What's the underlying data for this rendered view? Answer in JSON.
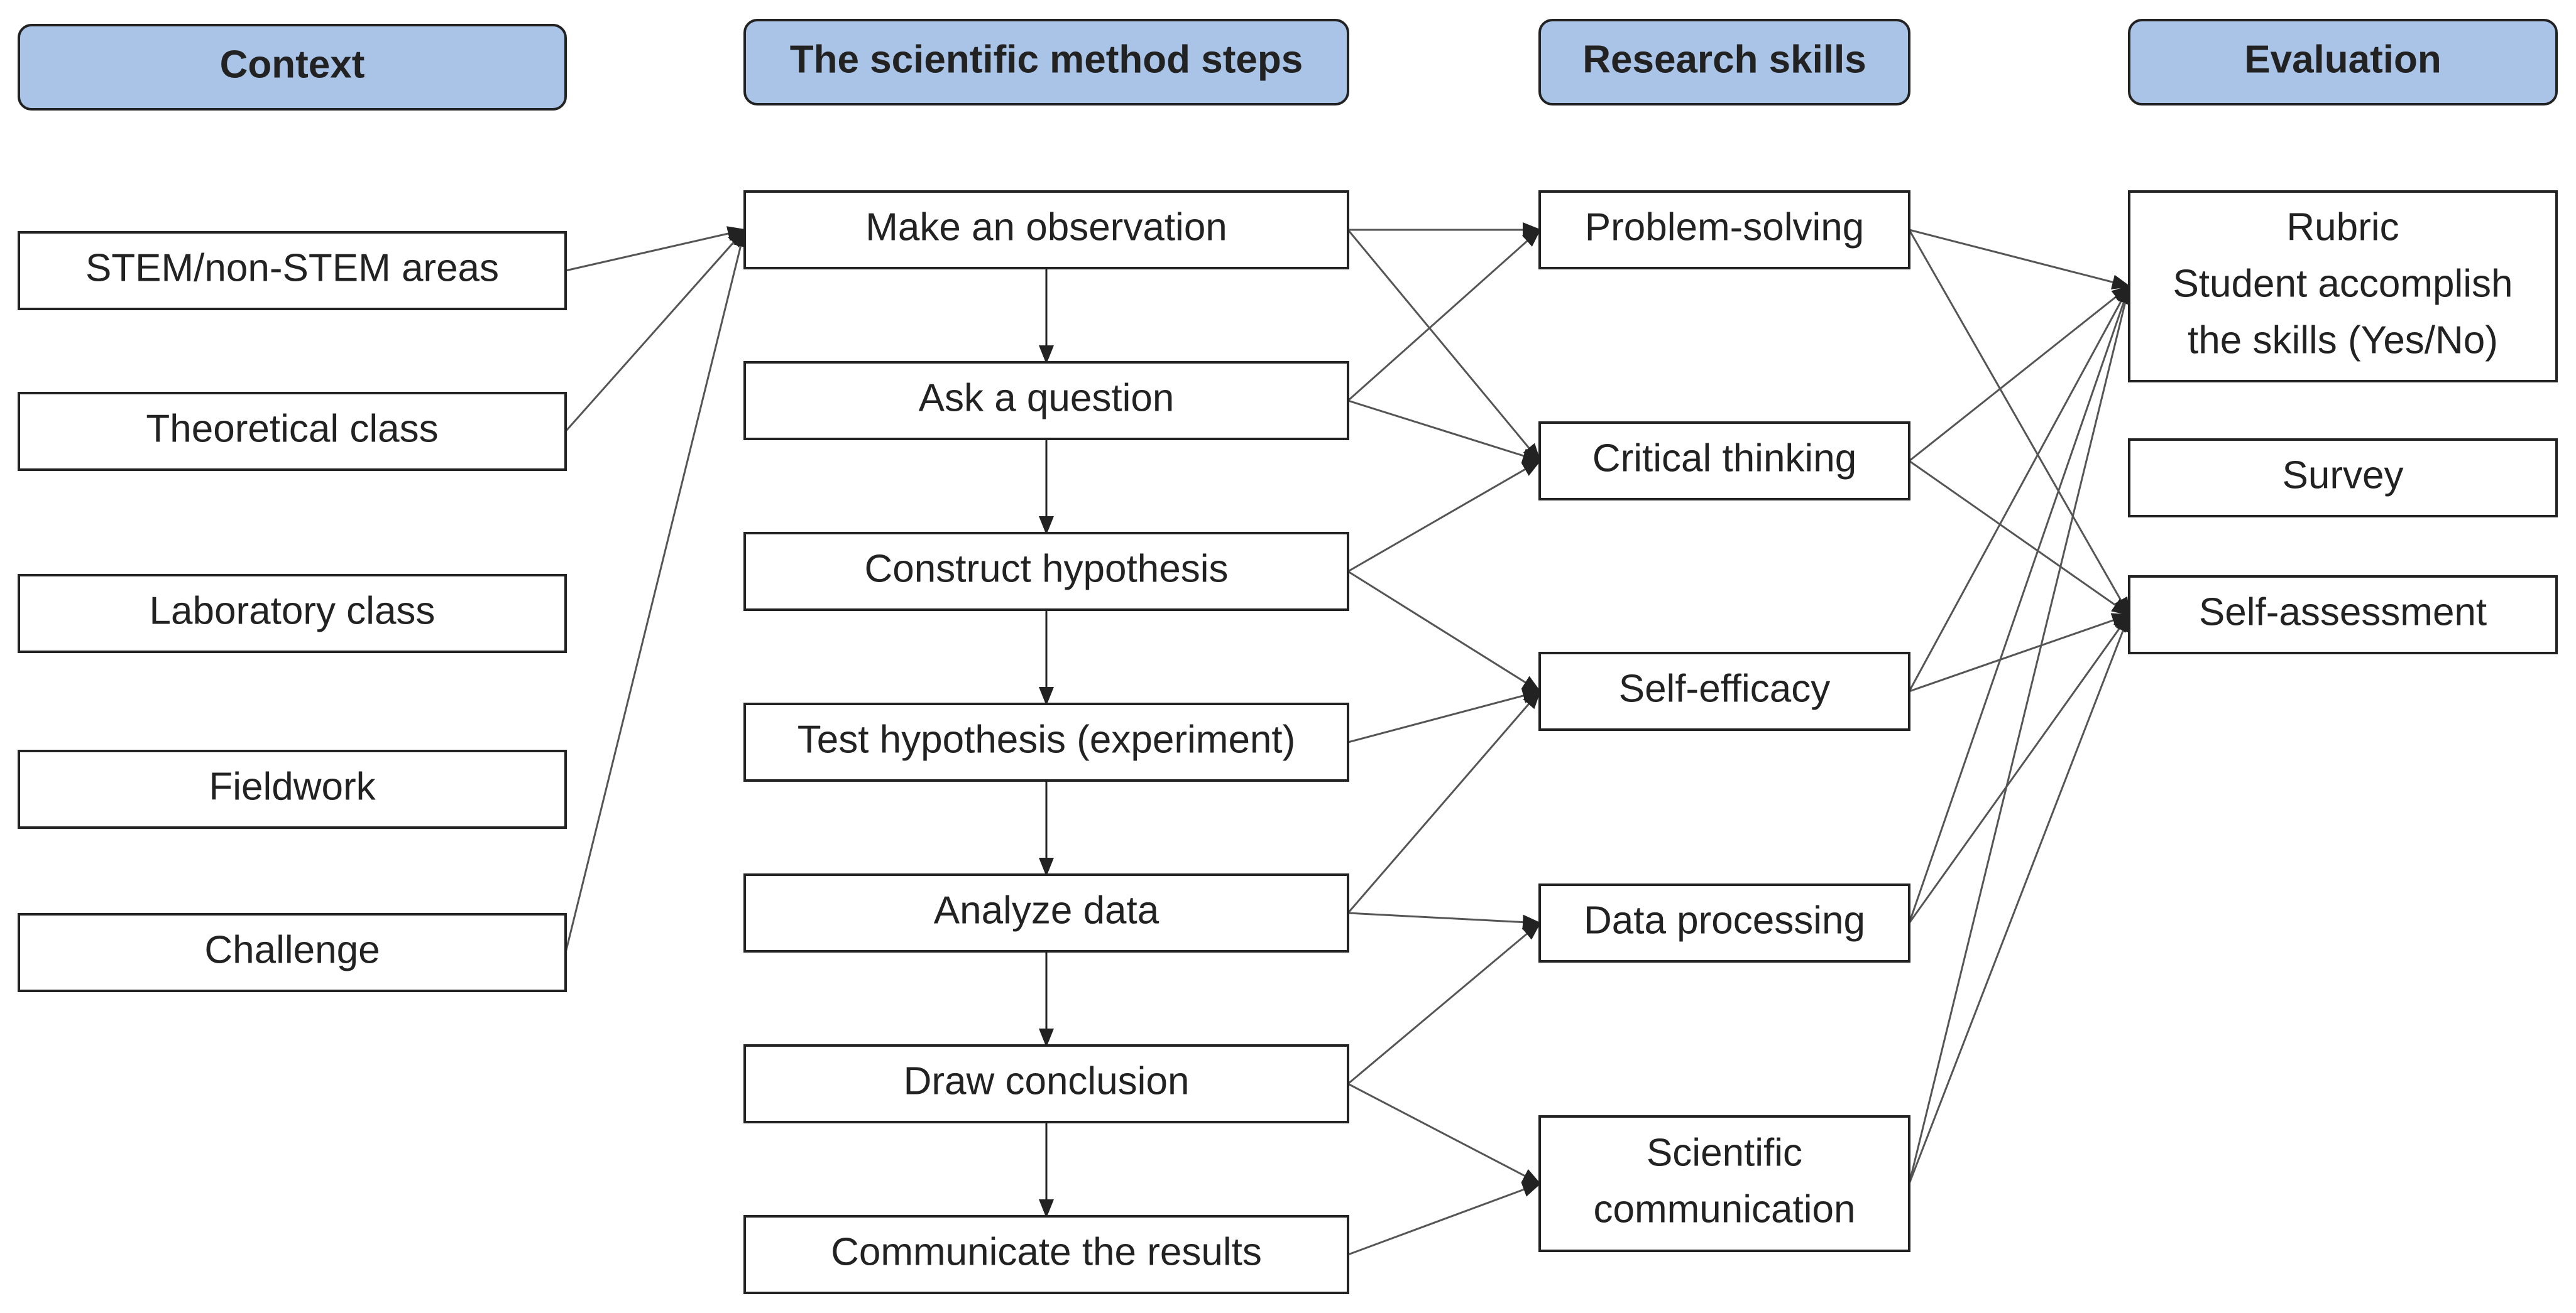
{
  "colors": {
    "header_fill": "#a9c4e6",
    "box_fill": "#ffffff",
    "stroke": "#222222",
    "line": "#555555",
    "text": "#222222"
  },
  "headers": {
    "context": "Context",
    "steps": "The scientific method steps",
    "skills": "Research skills",
    "evaluation": "Evaluation"
  },
  "context": {
    "stem": "STEM/non-STEM areas",
    "theoretical": "Theoretical class",
    "laboratory": "Laboratory class",
    "fieldwork": "Fieldwork",
    "challenge": "Challenge"
  },
  "steps": {
    "observation": "Make an observation",
    "question": "Ask a question",
    "construct": "Construct hypothesis",
    "test": "Test hypothesis (experiment)",
    "analyze": "Analyze data",
    "conclusion": "Draw conclusion",
    "communicate": "Communicate the results"
  },
  "skills": {
    "problem": "Problem-solving",
    "critical": "Critical thinking",
    "efficacy": "Self-efficacy",
    "data": "Data processing",
    "scicomm": [
      "Scientific",
      "communication"
    ]
  },
  "evaluation": {
    "rubric": [
      "Rubric",
      "Student accomplish",
      "the skills (Yes/No)"
    ],
    "survey": "Survey",
    "self_assessment": "Self-assessment"
  },
  "connections": [
    [
      "stem",
      "observation"
    ],
    [
      "theoretical",
      "observation"
    ],
    [
      "challenge",
      "observation"
    ],
    [
      "observation",
      "question"
    ],
    [
      "question",
      "construct"
    ],
    [
      "construct",
      "test"
    ],
    [
      "test",
      "analyze"
    ],
    [
      "analyze",
      "conclusion"
    ],
    [
      "conclusion",
      "communicate"
    ],
    [
      "observation",
      "problem"
    ],
    [
      "observation",
      "critical"
    ],
    [
      "question",
      "problem"
    ],
    [
      "question",
      "critical"
    ],
    [
      "construct",
      "critical"
    ],
    [
      "construct",
      "efficacy"
    ],
    [
      "test",
      "efficacy"
    ],
    [
      "analyze",
      "efficacy"
    ],
    [
      "analyze",
      "data"
    ],
    [
      "conclusion",
      "data"
    ],
    [
      "conclusion",
      "scicomm"
    ],
    [
      "communicate",
      "scicomm"
    ],
    [
      "problem",
      "rubric"
    ],
    [
      "problem",
      "self_assessment"
    ],
    [
      "critical",
      "rubric"
    ],
    [
      "critical",
      "self_assessment"
    ],
    [
      "efficacy",
      "rubric"
    ],
    [
      "efficacy",
      "self_assessment"
    ],
    [
      "data",
      "rubric"
    ],
    [
      "data",
      "self_assessment"
    ],
    [
      "scicomm",
      "rubric"
    ],
    [
      "scicomm",
      "self_assessment"
    ]
  ]
}
